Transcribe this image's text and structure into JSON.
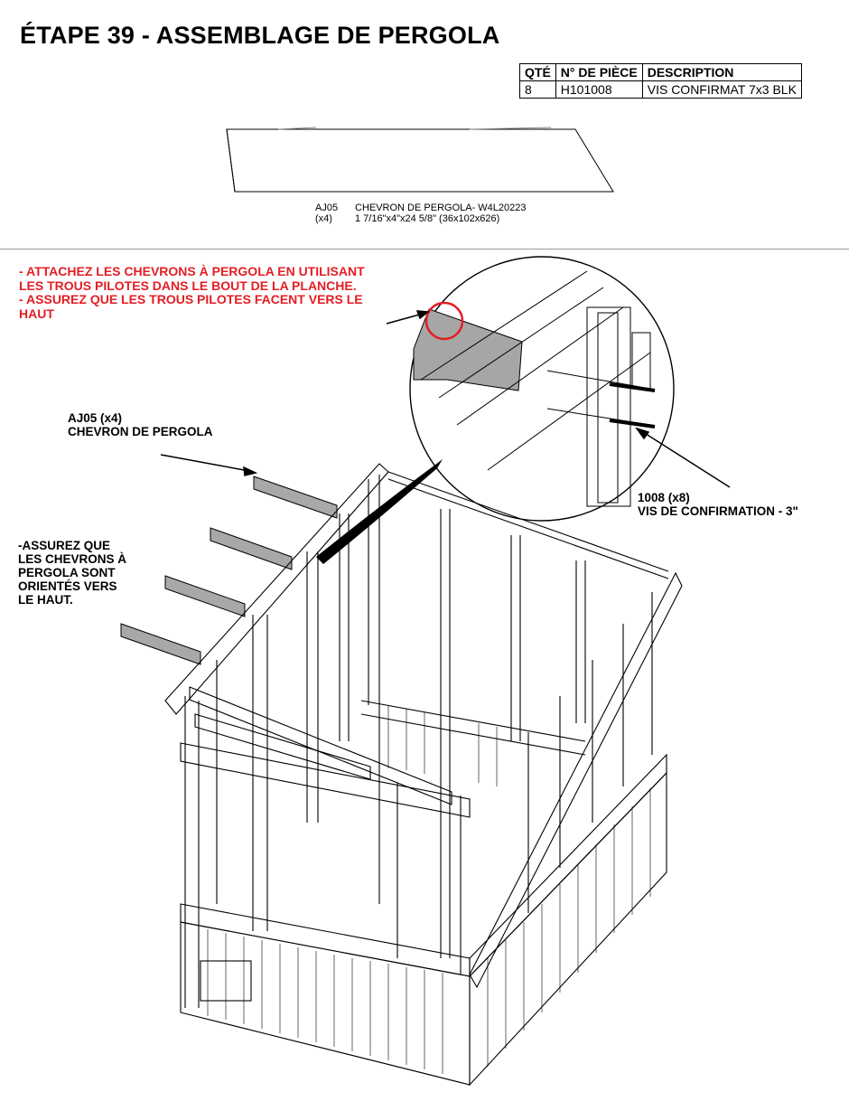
{
  "header": {
    "title": "ÉTAPE 39 - ASSEMBLAGE DE PERGOLA"
  },
  "parts_table": {
    "columns": [
      "QTÉ",
      "N° DE PIÈCE",
      "DESCRIPTION"
    ],
    "rows": [
      [
        "8",
        "H101008",
        "VIS CONFIRMAT 7x3 BLK"
      ]
    ]
  },
  "part_caption": {
    "id": "AJ05",
    "qty": "(x4)",
    "name": "CHEVRON DE PERGOLA- W4L20223",
    "dimensions": "1 7/16\"x4\"x24 5/8\" (36x102x626)"
  },
  "instructions": {
    "line1": "- ATTACHEZ LES CHEVRONS À PERGOLA EN UTILISANT LES TROUS PILOTES DANS LE BOUT DE LA PLANCHE.",
    "line2": "- ASSUREZ QUE LES TROUS PILOTES FACENT VERS LE HAUT"
  },
  "callouts": {
    "rafter_id": "AJ05 (x4)",
    "rafter_name": "CHEVRON DE PERGOLA",
    "orientation_line1": "-ASSUREZ QUE",
    "orientation_line2": "LES CHEVRONS À",
    "orientation_line3": "PERGOLA SONT",
    "orientation_line4": "ORIENTÉS VERS",
    "orientation_line5": "LE HAUT.",
    "screw_id": "1008 (x8)",
    "screw_name": "VIS DE CONFIRMATION - 3\""
  },
  "colors": {
    "red_text": "#e31e24",
    "rafter_fill": "#a8a8a8",
    "line": "#000000"
  }
}
